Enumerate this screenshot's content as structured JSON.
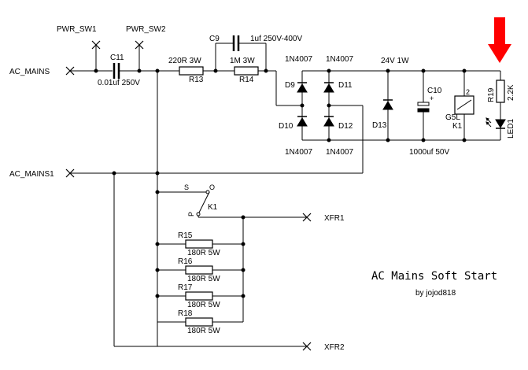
{
  "title": "AC Mains Soft Start",
  "byline": "by jojod818",
  "accent_color": "#ff0000",
  "nets": {
    "ac_mains": "AC_MAINS",
    "ac_mains1": "AC_MAINS1",
    "pwr_sw1": "PWR_SW1",
    "pwr_sw2": "PWR_SW2",
    "xfr1": "XFR1",
    "xfr2": "XFR2"
  },
  "components": {
    "c11": {
      "ref": "C11",
      "value": "0.01uf 250V"
    },
    "c9": {
      "ref": "C9",
      "value": "1uf 250V-400V"
    },
    "r13": {
      "ref": "R13",
      "value": "220R 3W"
    },
    "r14": {
      "ref": "R14",
      "value": "1M 3W"
    },
    "d9": {
      "ref": "D9",
      "value": "1N4007"
    },
    "d11": {
      "ref": "D11",
      "value": "1N4007"
    },
    "d10": {
      "ref": "D10",
      "value": "1N4007"
    },
    "d12": {
      "ref": "D12",
      "value": "1N4007"
    },
    "d13": {
      "ref": "D13",
      "value": "24V 1W"
    },
    "c10": {
      "ref": "C10",
      "value": "1000uf 50V",
      "polarity": "+"
    },
    "k1_coil": {
      "ref": "K1",
      "value": "G5L",
      "pin": "2"
    },
    "r19": {
      "ref": "R19",
      "value": "2.2K"
    },
    "led1": {
      "ref": "LED1"
    },
    "k1_switch": {
      "ref": "K1",
      "pin_s": "S",
      "pin_o": "O",
      "pin_p": "P"
    },
    "r15": {
      "ref": "R15",
      "value": "180R 5W"
    },
    "r16": {
      "ref": "R16",
      "value": "180R 5W"
    },
    "r17": {
      "ref": "R17",
      "value": "180R 5W"
    },
    "r18": {
      "ref": "R18",
      "value": "180R 5W"
    }
  },
  "icons": {
    "pointer": "red-down-arrow-icon",
    "terminal": "x-terminal-icon"
  }
}
